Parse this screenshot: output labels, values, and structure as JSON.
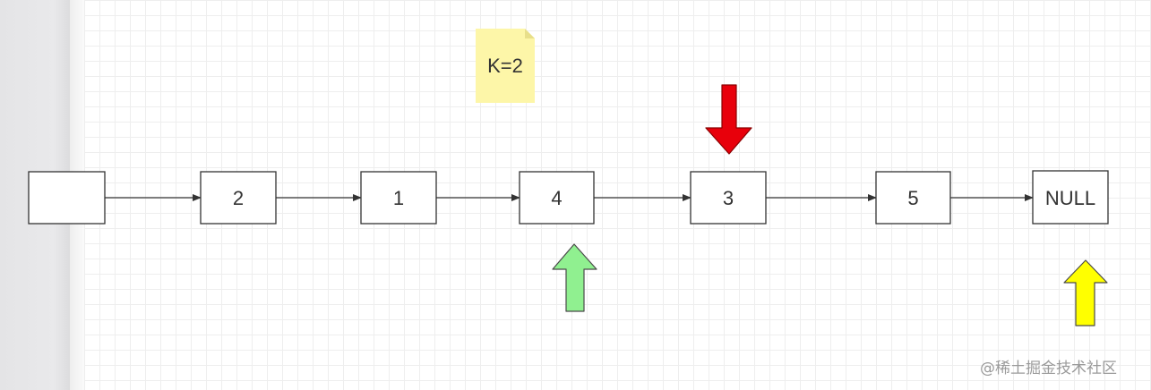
{
  "note": {
    "text": "K=2",
    "fill": "#fdf6a8",
    "fold": "#e8df8a"
  },
  "nodes": [
    {
      "label": ""
    },
    {
      "label": "2"
    },
    {
      "label": "1"
    },
    {
      "label": "4"
    },
    {
      "label": "3"
    },
    {
      "label": "5"
    },
    {
      "label": "NULL"
    }
  ],
  "pointers": [
    {
      "name": "red-pointer",
      "direction": "down",
      "target_node": 4,
      "color": "#e8000b",
      "stroke": "#8a0000"
    },
    {
      "name": "green-pointer",
      "direction": "up",
      "target_node": 3,
      "color": "#90f090",
      "stroke": "#4a4a4a"
    },
    {
      "name": "yellow-pointer",
      "direction": "up",
      "target_node": 6,
      "color": "#ffff00",
      "stroke": "#4a4a4a"
    }
  ],
  "colors": {
    "node_stroke": "#333333",
    "edge": "#333333"
  },
  "watermark": {
    "text": "@稀土掘金技术社区"
  }
}
